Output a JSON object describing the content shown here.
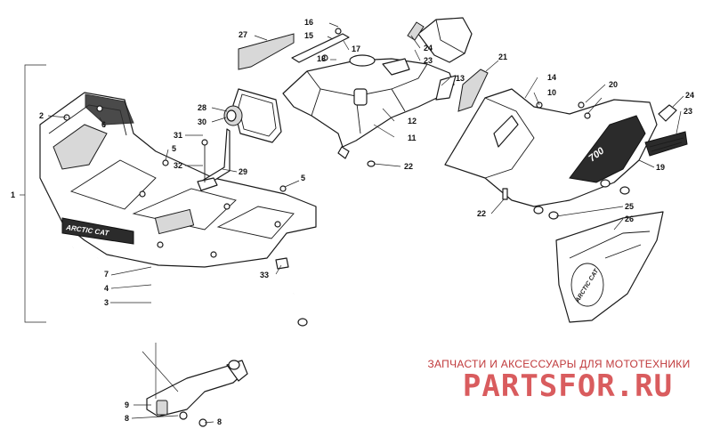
{
  "diagram": {
    "callouts": {
      "c1": "1",
      "c2": "2",
      "c3": "3",
      "c4": "4",
      "c5a": "5",
      "c5b": "5",
      "c6": "6",
      "c7": "7",
      "c8a": "8",
      "c8b": "8",
      "c9": "9",
      "c10": "10",
      "c11": "11",
      "c12": "12",
      "c13": "13",
      "c14": "14",
      "c15": "15",
      "c16": "16",
      "c17": "17",
      "c18": "18",
      "c19": "19",
      "c20": "20",
      "c21": "21",
      "c22a": "22",
      "c22b": "22",
      "c23a": "23",
      "c23b": "23",
      "c24a": "24",
      "c24b": "24",
      "c25": "25",
      "c26": "26",
      "c27": "27",
      "c28": "28",
      "c29": "29",
      "c30": "30",
      "c31": "31",
      "c32": "32",
      "c33": "33"
    },
    "decals": {
      "rack_brand": "ARCTIC CAT",
      "panel_model": "700",
      "cover_brand": "ARCTIC CAT"
    }
  },
  "watermark": {
    "tagline": "ЗАПЧАСТИ И АКСЕССУАРЫ ДЛЯ МОТОТЕХНИКИ",
    "logo": "PARTSFOR.RU"
  },
  "colors": {
    "line": "#1a1a1a",
    "watermark": "#d95c5e",
    "watermark_text": "#c0393b"
  }
}
